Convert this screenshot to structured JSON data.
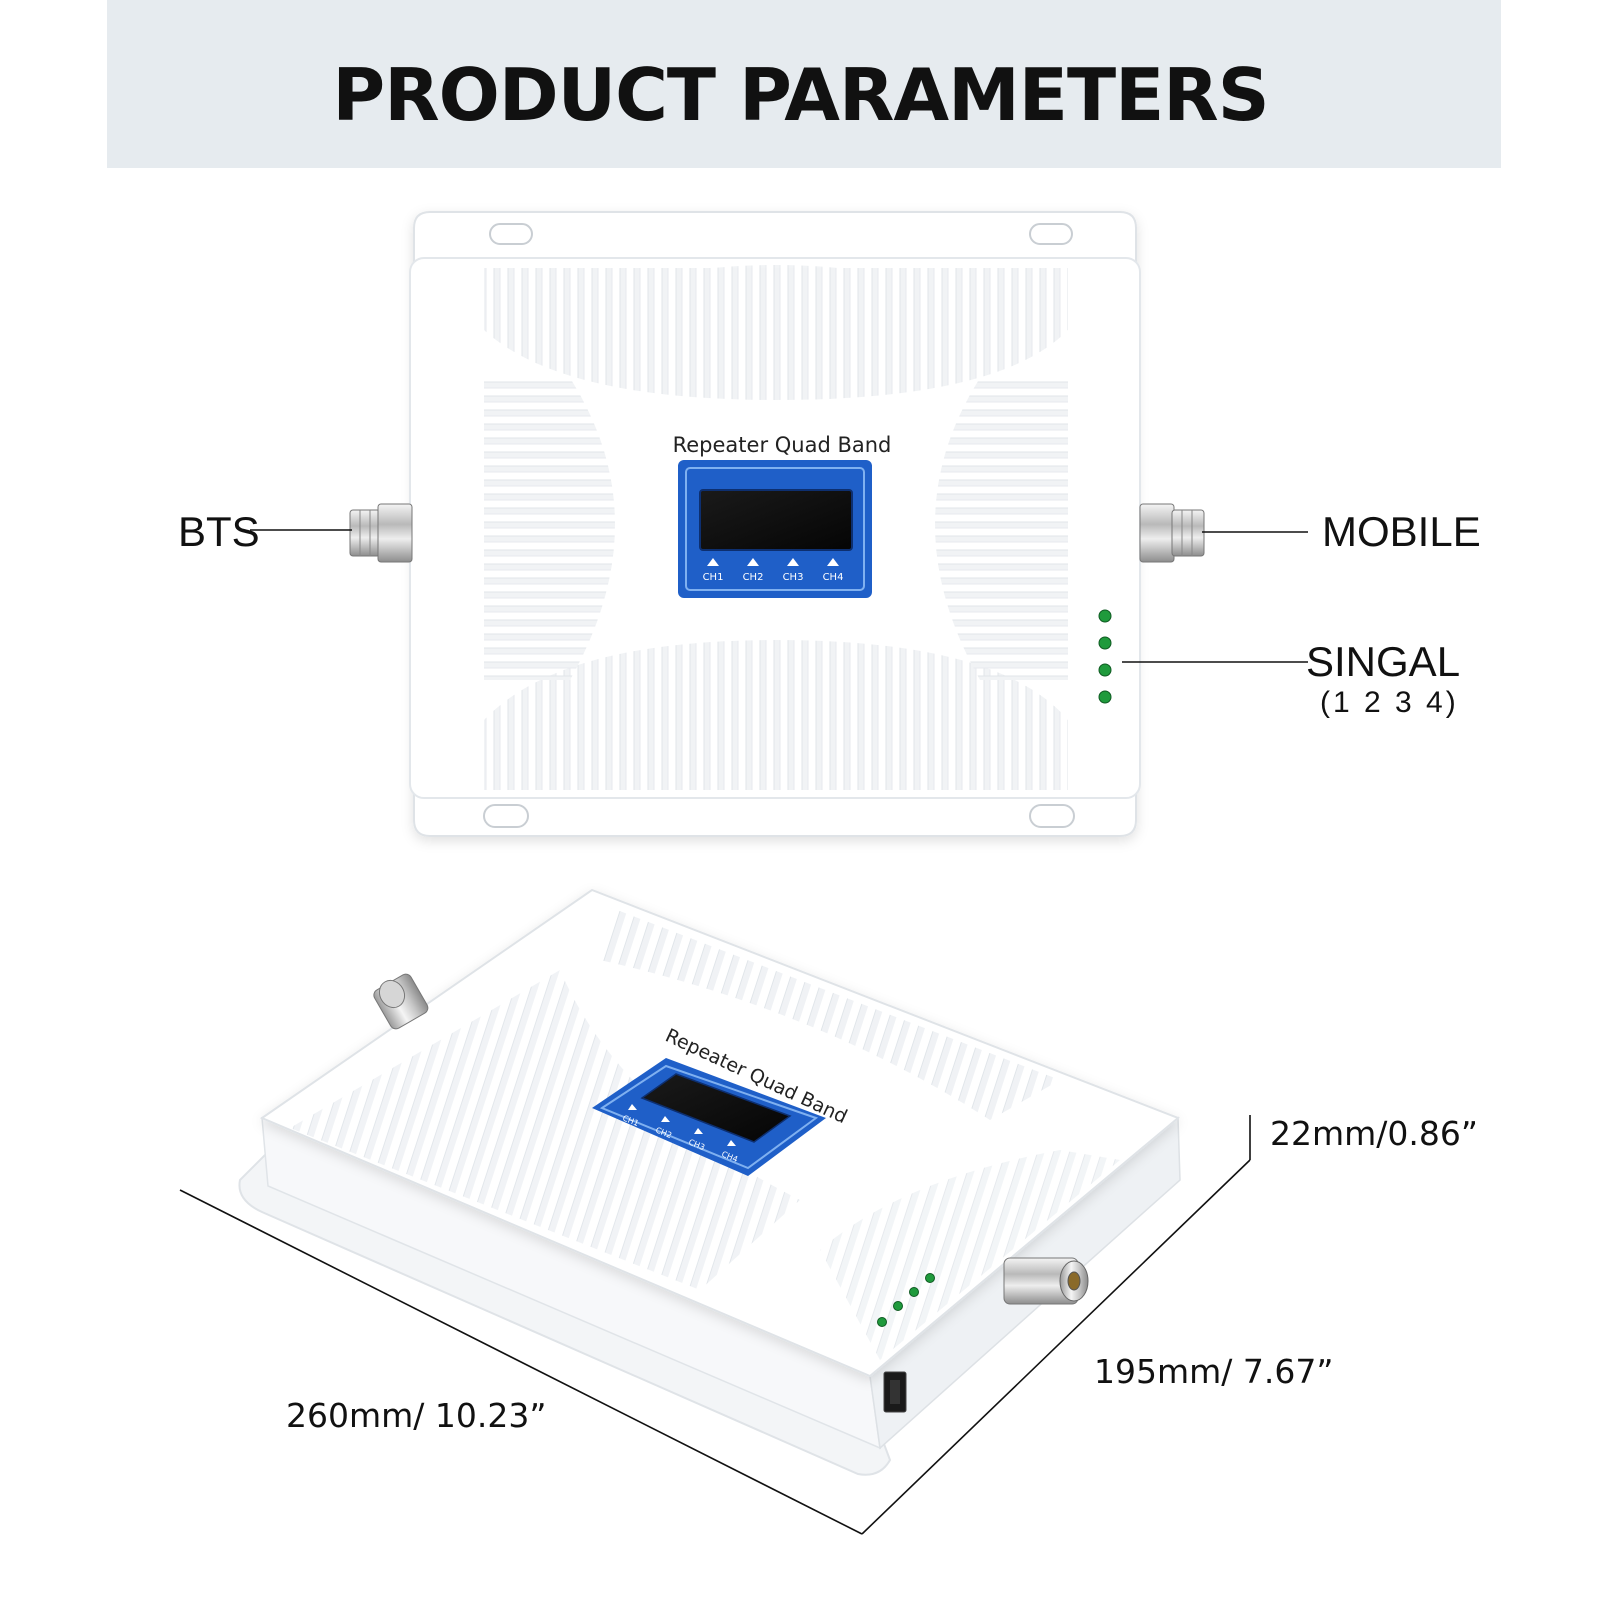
{
  "header": {
    "title": "PRODUCT PARAMETERS"
  },
  "device": {
    "panel_label": "Repeater Quad Band",
    "channels": [
      "CH1",
      "CH2",
      "CH3",
      "CH4"
    ]
  },
  "callouts": {
    "bts": "BTS",
    "mobile": "MOBILE",
    "signal": "SINGAL",
    "signal_sub": "(1 2 3 4)"
  },
  "dimensions": {
    "height": "22mm/0.86”",
    "depth": "195mm/ 7.67”",
    "width": "260mm/ 10.23”"
  },
  "colors": {
    "header_band": "#e6ebef",
    "lcd_frame": "#1f5fc8",
    "led_green": "#1f9a3c",
    "body_white": "#ffffff"
  }
}
